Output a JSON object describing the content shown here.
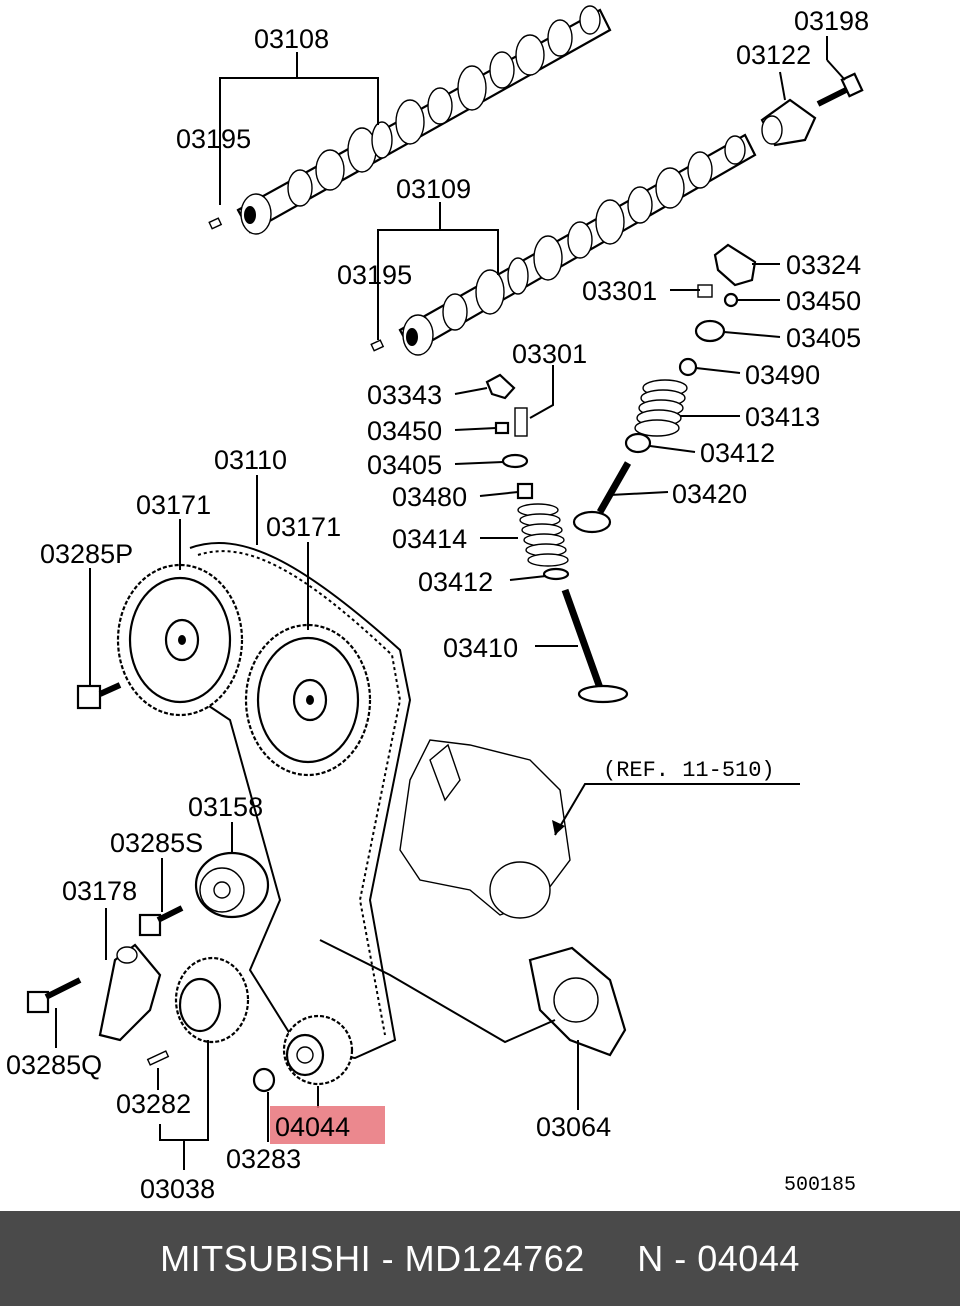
{
  "diagram": {
    "highlight_part": "04044",
    "reference_note": "(REF. 11-510)",
    "diagram_id": "500185",
    "labels": {
      "p03108": "03108",
      "p03195a": "03195",
      "p03198": "03198",
      "p03122": "03122",
      "p03109": "03109",
      "p03195b": "03195",
      "p03324": "03324",
      "p03301a": "03301",
      "p03450a": "03450",
      "p03405a": "03405",
      "p03490": "03490",
      "p03413": "03413",
      "p03412a": "03412",
      "p03420": "03420",
      "p03301b": "03301",
      "p03343": "03343",
      "p03450b": "03450",
      "p03405b": "03405",
      "p03480": "03480",
      "p03414": "03414",
      "p03412b": "03412",
      "p03410": "03410",
      "p03110": "03110",
      "p03171a": "03171",
      "p03171b": "03171",
      "p03285P": "03285P",
      "p03158": "03158",
      "p03285S": "03285S",
      "p03178": "03178",
      "p03285Q": "03285Q",
      "p03282": "03282",
      "p03038": "03038",
      "p03283": "03283",
      "p04044": "04044",
      "p03064": "03064"
    }
  },
  "footer": {
    "text": "MITSUBISHI - MD124762     N - 04044"
  }
}
